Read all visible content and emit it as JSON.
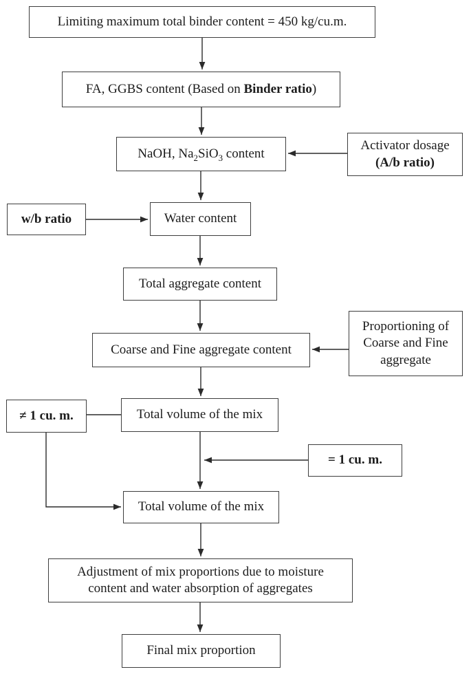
{
  "colors": {
    "background": "#ffffff",
    "border": "#3d3d3d",
    "text": "#1c1c1c",
    "line": "#2b2b2b"
  },
  "boxes": {
    "limit": {
      "text": "Limiting maximum total binder content = 450 kg/cu.m."
    },
    "fa_ggbs": {
      "pre": "FA, GGBS content (Based on ",
      "bold": "Binder ratio",
      "post": ")"
    },
    "naoh": {
      "p1": "NaOH, Na",
      "s1": "2",
      "p2": "SiO",
      "s2": "3",
      "p3": " content"
    },
    "activator": {
      "line1": "Activator dosage",
      "line2": "(A/b ratio)"
    },
    "wb": {
      "text": "w/b ratio"
    },
    "water": {
      "text": "Water content"
    },
    "total_aggregate": {
      "text": "Total aggregate content"
    },
    "coarse_fine": {
      "text": "Coarse and Fine aggregate content"
    },
    "proportioning": {
      "line1": "Proportioning of",
      "line2": "Coarse and Fine",
      "line3": "aggregate"
    },
    "not_equal": {
      "text": "≠ 1 cu. m."
    },
    "volume1": {
      "text": "Total volume of the mix"
    },
    "equal": {
      "text": "= 1 cu. m."
    },
    "volume2": {
      "text": "Total volume of the mix"
    },
    "adjustment": {
      "line1": "Adjustment of mix proportions due to moisture",
      "line2": "content and water absorption of aggregates"
    },
    "final": {
      "text": "Final mix proportion"
    }
  }
}
